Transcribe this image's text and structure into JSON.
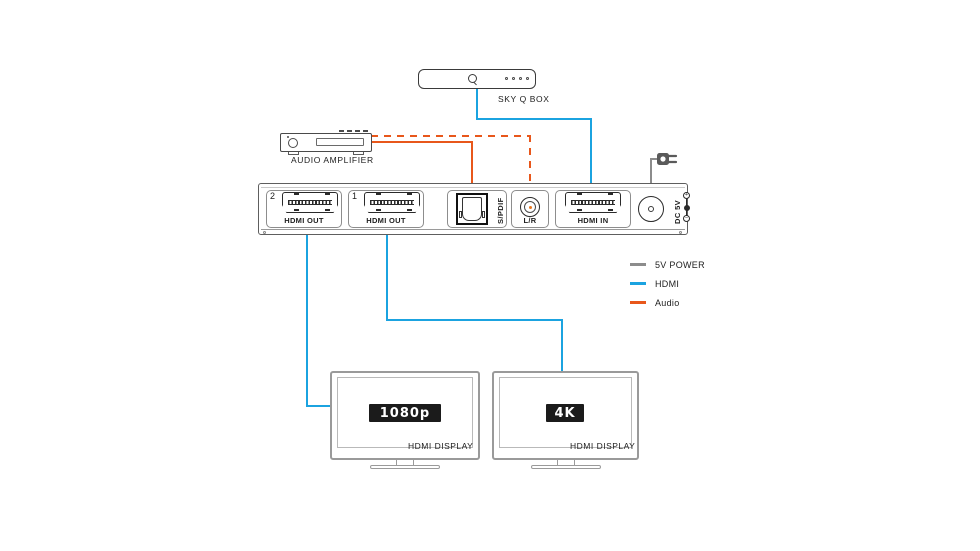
{
  "colors": {
    "hdmi": "#1ba3e0",
    "audio": "#e8571b",
    "power": "#8c8c8c",
    "outline": "#4a4a4a",
    "panel_border": "#5e5e5e",
    "badge_bg": "#1b1b1b",
    "badge_text": "#ffffff"
  },
  "devices": {
    "sky_box": {
      "label": "SKY Q BOX",
      "q_icon": "search-icon",
      "indicator_count": 4
    },
    "amplifier": {
      "label": "AUDIO AMPLIFIER",
      "knob_icon": "volume-knob-icon",
      "top_vent_count": 4
    },
    "splitter": {
      "ports": [
        {
          "index": "2",
          "label": "HDMI OUT",
          "type": "hdmi"
        },
        {
          "index": "1",
          "label": "HDMI OUT",
          "type": "hdmi"
        },
        {
          "index": "",
          "label": "S/PDIF",
          "type": "optical"
        },
        {
          "index": "",
          "label": "L/R",
          "type": "rca"
        },
        {
          "index": "",
          "label": "HDMI IN",
          "type": "hdmi"
        },
        {
          "index": "",
          "label": "DC 5V",
          "type": "dc"
        }
      ],
      "polarity": {
        "plus": "+",
        "minus": "−"
      }
    },
    "power_plug": {
      "label": "power-plug-icon"
    },
    "displays": [
      {
        "badge": "1080p",
        "label": "HDMI DISPLAY"
      },
      {
        "badge": "4K",
        "label": "HDMI DISPLAY"
      }
    ]
  },
  "legend": {
    "items": [
      {
        "label": "5V POWER",
        "color": "#8c8c8c"
      },
      {
        "label": "HDMI",
        "color": "#1ba3e0"
      },
      {
        "label": "Audio",
        "color": "#e8571b"
      }
    ]
  }
}
